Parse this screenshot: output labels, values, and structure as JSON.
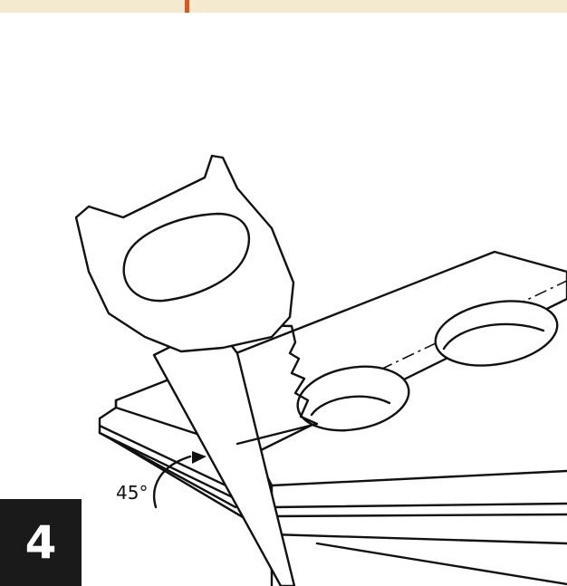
{
  "colors": {
    "top_band": "#f3ead0",
    "accent": "#e2531c",
    "badge_bg": "#1a1a1a",
    "badge_text": "#ffffff",
    "ink": "#111111"
  },
  "figure": {
    "angle_label": "45°",
    "step_number": "4"
  },
  "icons": {
    "subject": "saw-cutting-board-illustration"
  }
}
